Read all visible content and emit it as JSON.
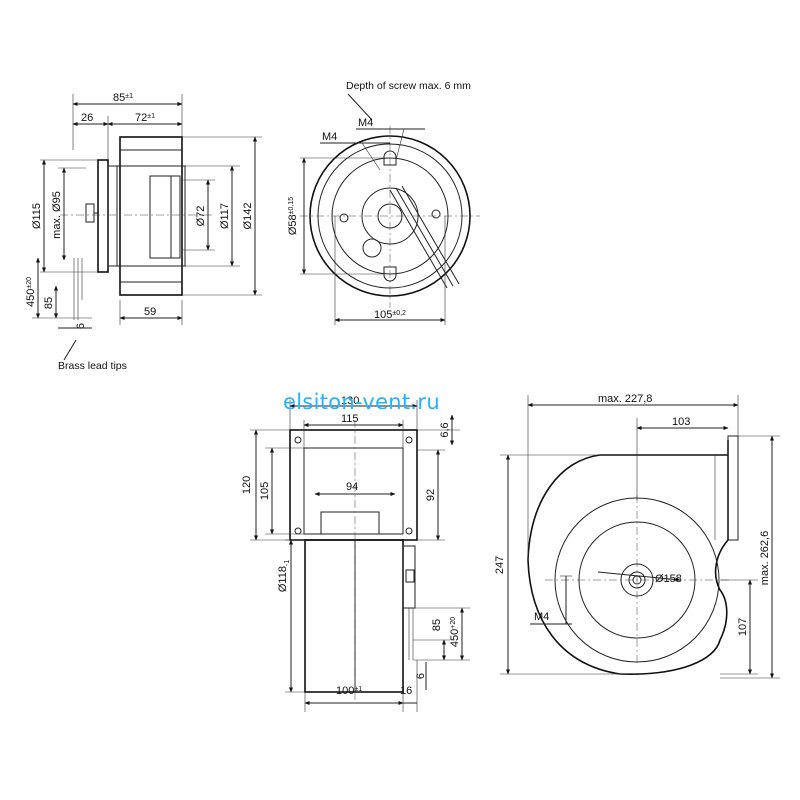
{
  "watermark": "elsiton-vent.ru",
  "notes": {
    "screw_depth": "Depth of screw max. 6 mm",
    "brass_tips": "Brass lead tips"
  },
  "side_view": {
    "d85": "85",
    "d85_tol": "±1",
    "d26": "26",
    "d72": "72",
    "d72_tol": "±1",
    "d115": "Ø115",
    "d95": "max. Ø95",
    "d72dia": "Ø72",
    "d117": "Ø117",
    "d142": "Ø142",
    "d450": "450",
    "d450_tol": "±20",
    "d85b": "85",
    "d6": "6",
    "d59": "59"
  },
  "front_view": {
    "m4a": "M4",
    "m4b": "M4",
    "d58": "Ø58",
    "d58_tol": "±0,15",
    "d105": "105",
    "d105_tol": "±0,2"
  },
  "blower_side": {
    "d130": "130",
    "d115": "115",
    "d66": "6,6",
    "d120": "120",
    "d105": "105",
    "d94": "94",
    "d92": "92",
    "d118": "Ø118",
    "d118_tol": "-1",
    "d85": "85",
    "d450": "450",
    "d450_tol": "+20",
    "d6": "6",
    "d100": "100",
    "d100_tol": "±1",
    "d16": "16"
  },
  "blower_front": {
    "d2278": "max. 227,8",
    "d103": "103",
    "d247": "247",
    "d2626": "max. 262,6",
    "d158": "Ø158",
    "m4": "M4",
    "d107": "107"
  }
}
